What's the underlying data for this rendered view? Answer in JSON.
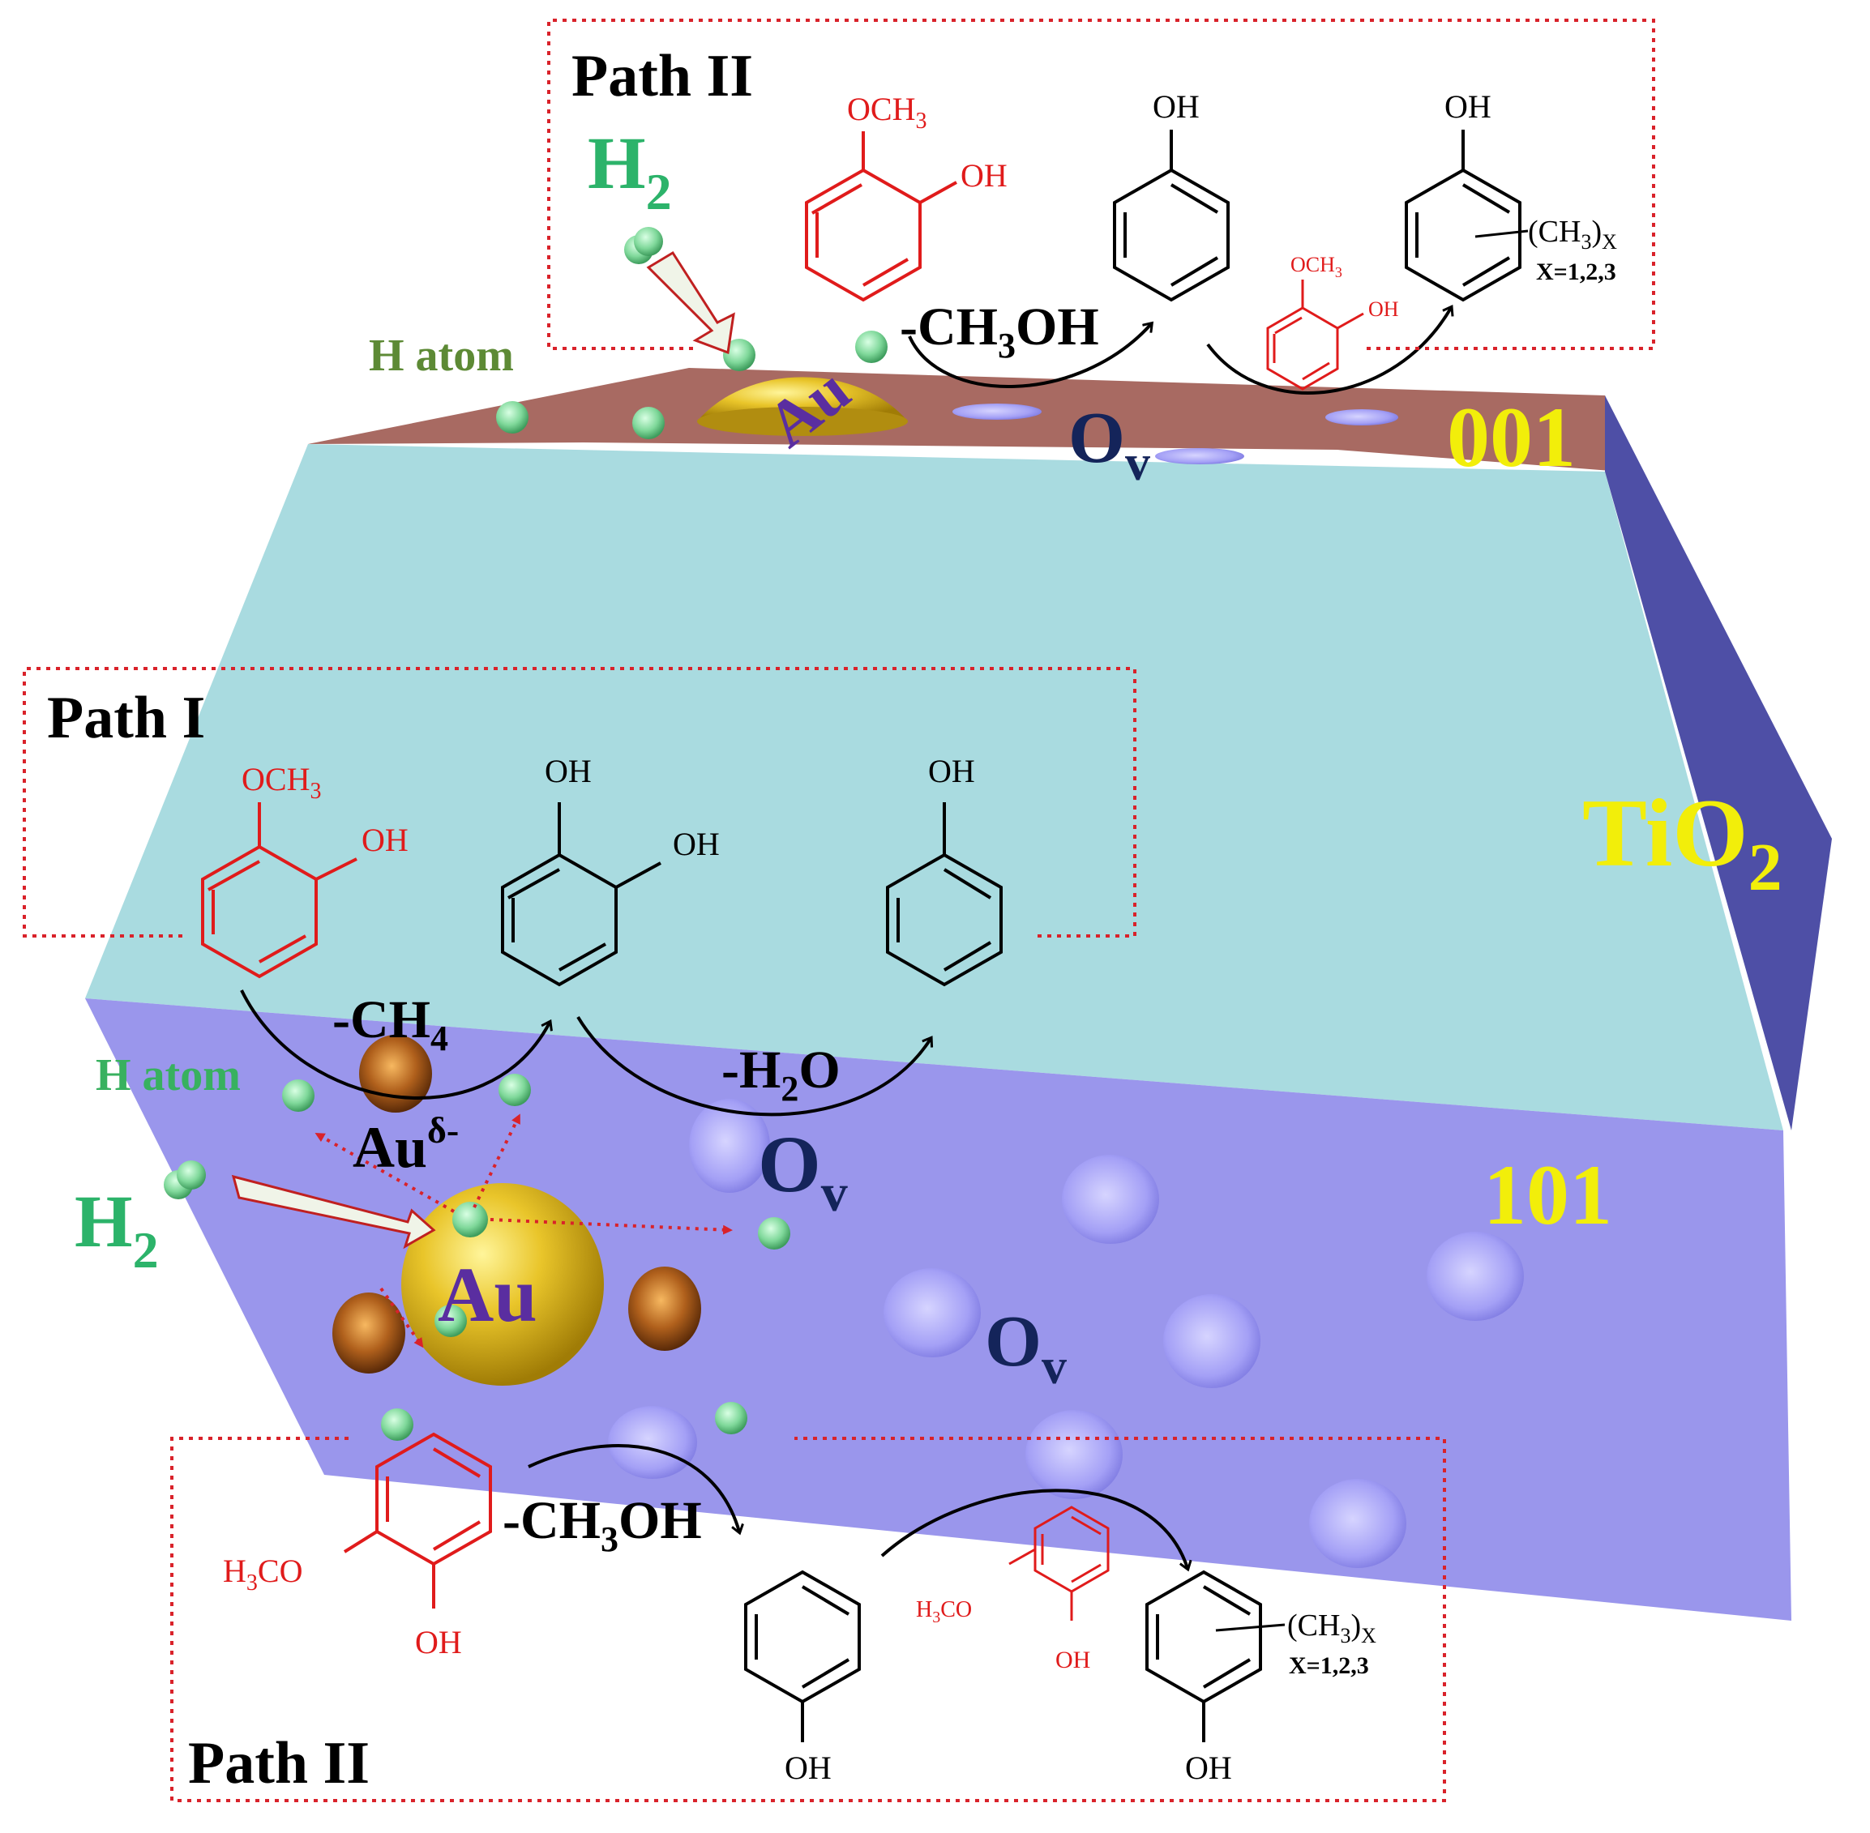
{
  "colors": {
    "top_face": "#a86a62",
    "front_upper": "#a9dbe0",
    "front_lower": "#9a96ec",
    "side_face": "#4e4fa6",
    "vacancy": "#b3b0ff",
    "gold": "#e3be1e",
    "cluster": "#b0601c",
    "h_atom": "#7fd89a",
    "h2_label": "#2cb36a",
    "h_atom_label_top": "#5d8a35",
    "h_atom_label_mid": "#38b15f",
    "facet_label": "#f2ee0a",
    "ov_label": "#14245a",
    "au_letter": "#5a2ea0",
    "box_border": "#d9222a",
    "reactant": "#e01b1b",
    "product": "#000000"
  },
  "labels": {
    "path2_top": "Path II",
    "path1": "Path I",
    "path2_bottom": "Path II",
    "h2": "H",
    "h2_sub": "2",
    "h_atom": "H atom",
    "au": "Au",
    "au_delta": "Au",
    "au_delta_sup": "δ-",
    "ov": "O",
    "ov_sub": "v",
    "facet_001": "001",
    "facet_101": "101",
    "tio2": "TiO",
    "tio2_sub": "2",
    "minus_ch3oh_a": "-CH",
    "minus_ch3oh_sub": "3",
    "minus_ch3oh_b": "OH",
    "minus_ch4_a": "-CH",
    "minus_ch4_sub": "4",
    "minus_h2o_a": "-H",
    "minus_h2o_sub": "2",
    "minus_h2o_b": "O",
    "och3": "OCH",
    "och3_sub": "3",
    "h3co_a": "H",
    "h3co_sub": "3",
    "h3co_b": "CO",
    "oh": "OH",
    "ch3x_a": "(CH",
    "ch3x_sub": "3",
    "ch3x_b": ")",
    "ch3x_x": "X",
    "x_values": "X=1,2,3"
  }
}
